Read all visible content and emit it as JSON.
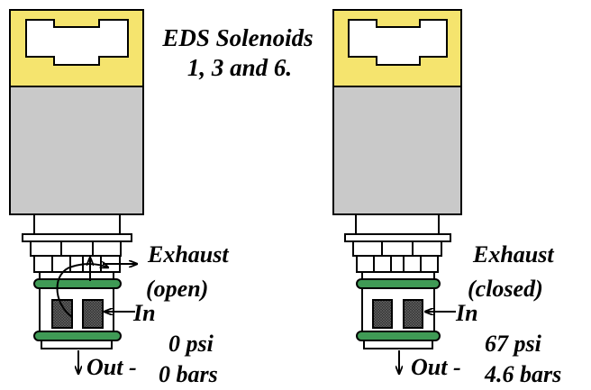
{
  "title": {
    "line1": "EDS Solenoids",
    "line2": "1, 3 and 6."
  },
  "colors": {
    "connector": "#f5e46e",
    "body": "#c9c9c9",
    "o_ring": "#3f9a55",
    "filter_mesh": "#303030",
    "line": "#000000"
  },
  "left_solenoid": {
    "exhaust_label": "Exhaust",
    "exhaust_state": "(open)",
    "in_label": "In",
    "out_label": "Out -",
    "psi": "0 psi",
    "bars": "0 bars"
  },
  "right_solenoid": {
    "exhaust_label": "Exhaust",
    "exhaust_state": "(closed)",
    "in_label": "In",
    "out_label": "Out -",
    "psi": "67 psi",
    "bars": "4.6 bars"
  }
}
